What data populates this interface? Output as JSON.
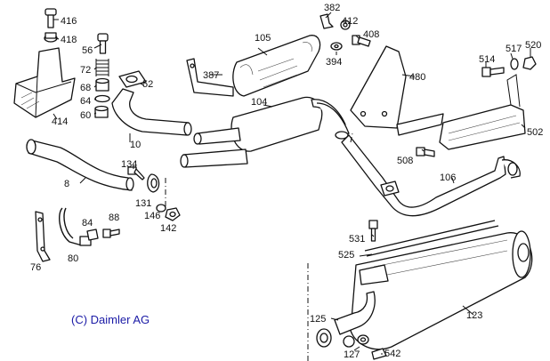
{
  "diagram": {
    "copyright": "(C) Daimler AG",
    "part_labels": {
      "p416": "416",
      "p418": "418",
      "p56": "56",
      "p72": "72",
      "p68": "68",
      "p64": "64",
      "p60": "60",
      "p52": "52",
      "p414": "414",
      "p10": "10",
      "p8": "8",
      "p134": "134",
      "p131": "131",
      "p146": "146",
      "p142": "142",
      "p84": "84",
      "p88": "88",
      "p76": "76",
      "p80": "80",
      "p105": "105",
      "p387": "387",
      "p104": "104",
      "p382": "382",
      "p412": "412",
      "p408": "408",
      "p394": "394",
      "p480": "480",
      "p514": "514",
      "p517": "517",
      "p520": "520",
      "p502": "502",
      "p508": "508",
      "p106": "106",
      "p531": "531",
      "p525": "525",
      "p123": "123",
      "p125": "125",
      "p127": "127",
      "p542": "542"
    }
  }
}
